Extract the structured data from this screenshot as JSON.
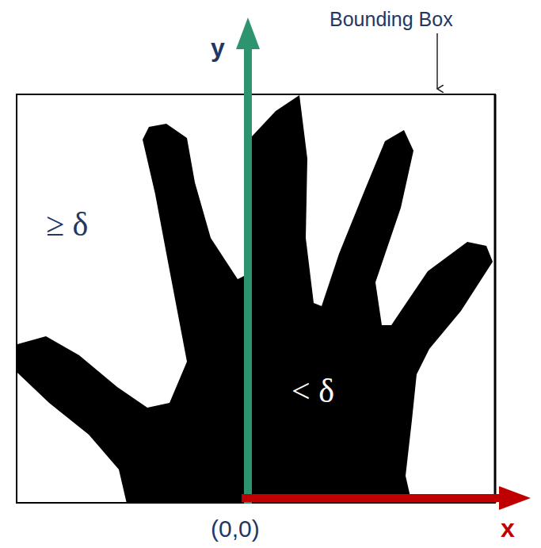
{
  "diagram": {
    "labels": [
      "Bounding Box",
      "y",
      "≥ δ",
      "< δ",
      "(0,0)",
      "x"
    ]
  }
}
